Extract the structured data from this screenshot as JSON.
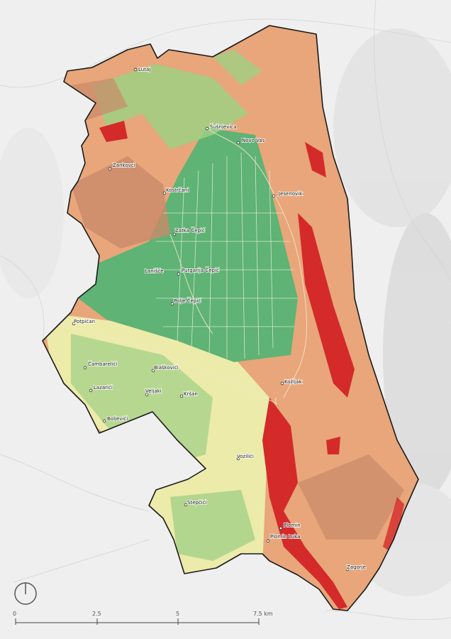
{
  "places": [
    {
      "name": "Lutaj"
    },
    {
      "name": "Šušnjevica"
    },
    {
      "name": "Novo Vas"
    },
    {
      "name": "Zankovci"
    },
    {
      "name": "Kostrčani"
    },
    {
      "name": "Jesenovik"
    },
    {
      "name": "Zatka Čepić"
    },
    {
      "name": "Lanišće"
    },
    {
      "name": "Purgarija Čepić"
    },
    {
      "name": "Polje Čepić"
    },
    {
      "name": "Potpićan"
    },
    {
      "name": "Čambarelići"
    },
    {
      "name": "Blaškovići"
    },
    {
      "name": "Lazarići"
    },
    {
      "name": "Veljaki"
    },
    {
      "name": "Kršan"
    },
    {
      "name": "Kožljak"
    },
    {
      "name": "Boljevići"
    },
    {
      "name": "Vozilići"
    },
    {
      "name": "Stepčići"
    },
    {
      "name": "Plomin"
    },
    {
      "name": "Plomin Luka"
    },
    {
      "name": "Zagorje"
    }
  ],
  "scale_bar": {
    "ticks": [
      "0",
      "2.5",
      "5",
      "7.5 km"
    ]
  },
  "colors": {
    "background": "#efefef",
    "green_dark": "#5fb374",
    "green_light": "#9fcf83",
    "yellow": "#ecebaa",
    "orange": "#e8a67a",
    "orange_dark": "#c98a6a",
    "red": "#d42a2a",
    "outline": "#1a1a1a"
  },
  "icons": {
    "north_arrow": "north-arrow-icon"
  }
}
